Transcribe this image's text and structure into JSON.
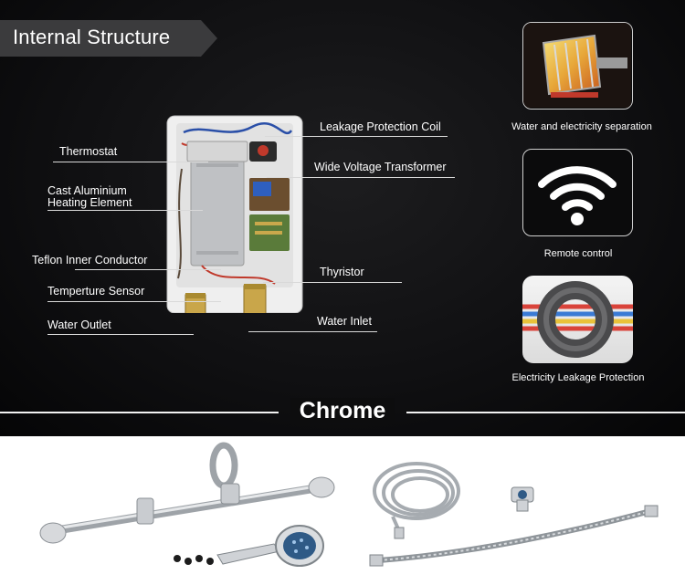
{
  "header": {
    "title": "Internal Structure"
  },
  "callouts": {
    "leakage_coil": "Leakage Protection Coil",
    "thermostat": "Thermostat",
    "transformer": "Wide Voltage Transformer",
    "heating_element_line1": "Cast Aluminium",
    "heating_element_line2": "Heating Element",
    "teflon": "Teflon Inner Conductor",
    "thyristor": "Thyristor",
    "sensor": "Temperture Sensor",
    "outlet": "Water Outlet",
    "inlet": "Water Inlet"
  },
  "features": [
    {
      "label": "Water and electricity separation",
      "icon": "heating-plate-icon"
    },
    {
      "label": "Remote control",
      "icon": "wifi-icon"
    },
    {
      "label": "Electricity Leakage Protection",
      "icon": "leakage-ring-icon"
    }
  ],
  "accessories": {
    "title": "Chrome"
  },
  "colors": {
    "background_dark": "#101012",
    "text": "#ffffff",
    "divider": "#f2f2f2"
  }
}
